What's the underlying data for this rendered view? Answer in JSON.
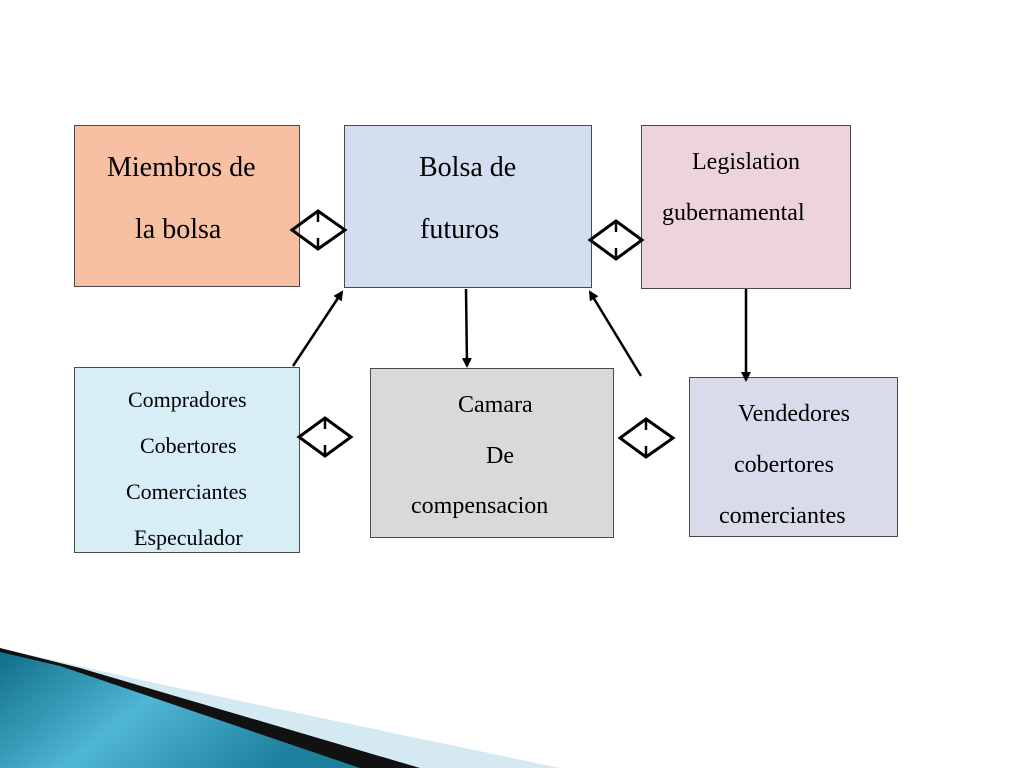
{
  "colors": {
    "miembros": "#f7c0a2",
    "bolsa": "#d3dff0",
    "legislation": "#ecd4da",
    "compradores": "#d8eef6",
    "camara": "#d9d9d9",
    "vendedores": "#dadbea",
    "border": "#4a4a4a",
    "decor_dark": "#111111",
    "decor_teal": "#1f8aa8",
    "decor_light": "#d4e9f2"
  },
  "boxes": {
    "miembros": {
      "lines": [
        "Miembros de",
        "la bolsa"
      ]
    },
    "bolsa": {
      "lines": [
        "Bolsa de",
        "futuros"
      ]
    },
    "legislation": {
      "lines": [
        "Legislation",
        "gubernamental"
      ]
    },
    "compradores": {
      "lines": [
        "Compradores",
        "Cobertores",
        "Comerciantes",
        "Especulador"
      ]
    },
    "camara": {
      "lines": [
        "Camara",
        "De",
        "compensacion"
      ]
    },
    "vendedores": {
      "lines": [
        "Vendedores",
        "cobertores",
        "comerciantes"
      ]
    }
  }
}
